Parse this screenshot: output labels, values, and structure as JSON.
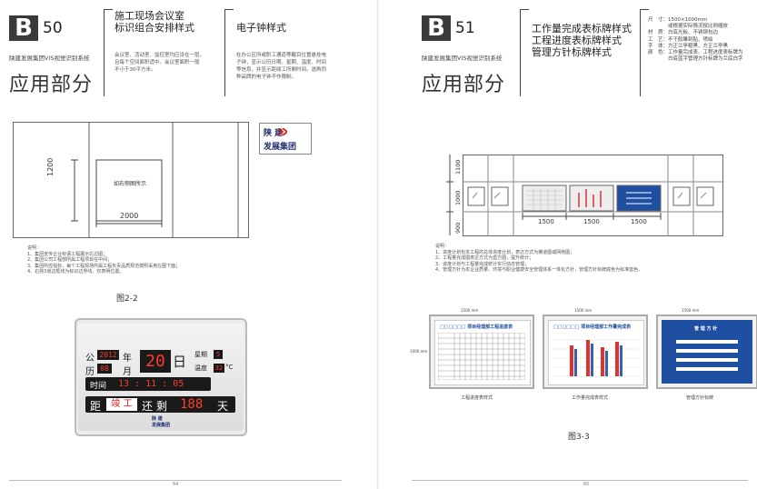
{
  "left_page": {
    "section_letter": "B",
    "section_number": "50",
    "group": "陕建发展集团VIS视觉识别系统",
    "big_title": "应用部分",
    "title1": [
      "施工现场会议室",
      "标识组合安排样式"
    ],
    "body1": [
      "会议室、活动室、监控室均应设在一层，",
      "且每个空间面积适中。会议室面积一般",
      "不小于30平方米。"
    ],
    "title2": "电子钟样式",
    "body2": [
      "在办公区所或职工通道等醒目位置悬挂电",
      "子钟，显示公历日期、星期、温度、时间",
      "等信息，并显示距竣工所剩时间。选购同",
      "种品牌的电子钟不作限制。"
    ],
    "dim_height": "1200",
    "dim_width": "2000",
    "center_text": "如右侧图所示",
    "logo_line1": "陕 建",
    "logo_line2": "发展集团",
    "notes_title": "说明：",
    "notes": [
      "1、集团宣传企业标语工程展示右边图；",
      "2、集团公司工程部所属工程项目在中间；",
      "3、集团所控指标，每个工程现场所属工程负责品质规范按照采用左图下面；",
      "4、右侧3道边框线为标识边界线，仅表明位置。"
    ],
    "figure_label": "图2-2",
    "clock": {
      "gongli": "公",
      "year": "2012",
      "nian": "年",
      "xingqi": "星期",
      "weekday": "5",
      "li": "历",
      "month": "08",
      "yue": "月",
      "day": "20",
      "ri": "日",
      "wendu": "温度",
      "temp": "32",
      "unit": "°C",
      "shijian": "时间",
      "time": "13 : 11 : 05",
      "ju": "距",
      "jungong": "竣 工",
      "haisheng": "还 剩",
      "days": "188",
      "tian": "天",
      "logo1": "陕 建",
      "logo2": "发展集团"
    },
    "page_no": "64"
  },
  "right_page": {
    "section_letter": "B",
    "section_number": "51",
    "group": "陕建发展集团VIS视觉识别系统",
    "big_title": "应用部分",
    "title": [
      "工作量完成表标牌样式",
      "工程进度表标牌样式",
      "管理方针标牌样式"
    ],
    "specs": [
      "尺　寸：1500×1000mm",
      "　　　　或根据实际情况按比例缩放",
      "材　质：白底光板、不锈钢包边",
      "工　艺：不干胶雕刻贴、喷绘",
      "字　体：方正兰亭粗黑、方正兰亭黑",
      "颜　色：工作量完成表、工程进度表标牌为",
      "　　　　白底蓝字管理方针标牌为兰底白字"
    ],
    "dims_v": [
      "1100",
      "1000",
      "900"
    ],
    "dims_h": [
      "1500",
      "1500",
      "1500"
    ],
    "notes_title": "说明：",
    "notes": [
      "1、进度计划包本工程的总体进度计划，表达方式为横道图或网络图；",
      "2、工程量完成图表达方式为直方图，提升统计；",
      "3、进度计划与工程量完成统计实行动态管理；",
      "4、管理方针为本企业质量、环境与职业健康安全管理体系一体化方针，管理方针标牌底色为标准蓝色。"
    ],
    "board_headers": [
      "□□□□□□ 项目经理部工程进度表",
      "□□□□□□ 项目经理部工作量完成表",
      "管 理 方 针"
    ],
    "board_dim_top": [
      "1500 mm",
      "1500 mm",
      "1500 mm"
    ],
    "board_dim_side": "1000 mm",
    "board_captions": [
      "工程进度表样式",
      "工作量完成表样式",
      "管理方针标牌"
    ],
    "figure_label": "图3-3",
    "page_no": "65"
  },
  "colors": {
    "blue": "#1f4fa0",
    "led_red": "#ff3c2a",
    "dark": "#3a3a3a"
  }
}
